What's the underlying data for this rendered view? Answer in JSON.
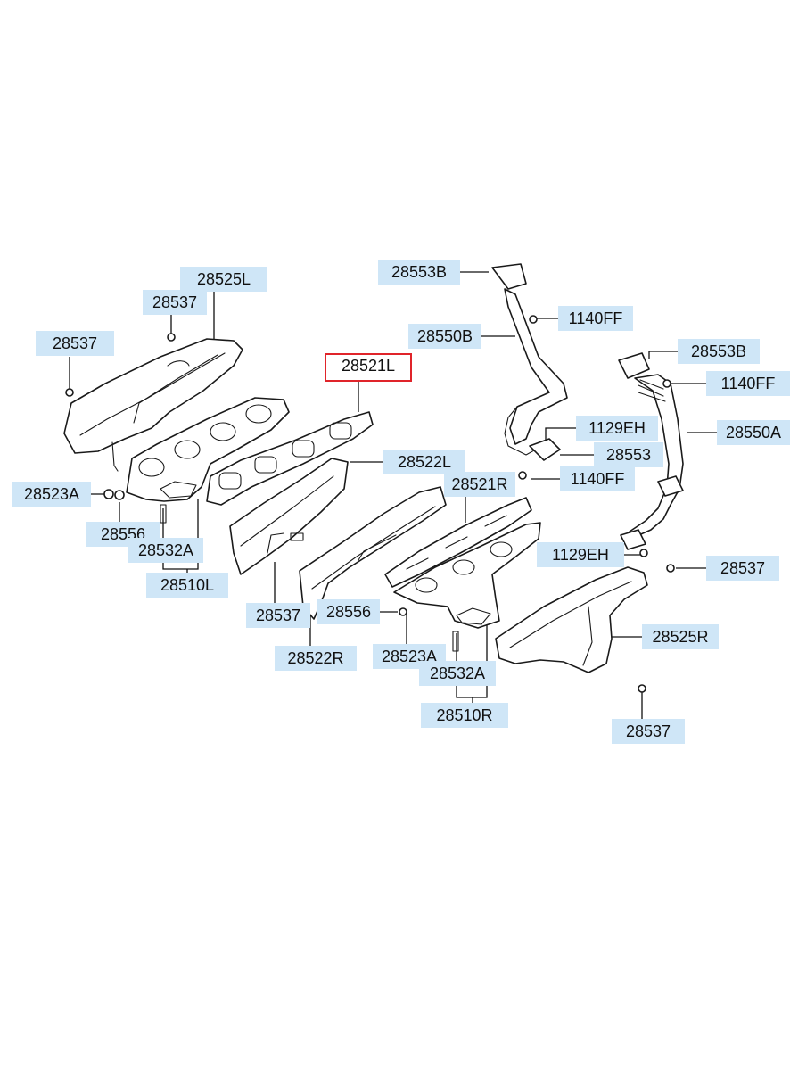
{
  "labels": {
    "p28553B_top": "28553B",
    "p1140FF_a": "1140FF",
    "p28550B": "28550B",
    "p28525L": "28525L",
    "p28537_a": "28537",
    "p28537_b": "28537",
    "p28521L": "28521L",
    "p28553B_right": "28553B",
    "p1140FF_b": "1140FF",
    "p1129EH_a": "1129EH",
    "p28553": "28553",
    "p28550A": "28550A",
    "p28522L": "28522L",
    "p1140FF_c": "1140FF",
    "p28523A_left": "28523A",
    "p28521R": "28521R",
    "p28556_left": "28556",
    "p28532A_left": "28532A",
    "p1129EH_b": "1129EH",
    "p28510L": "28510L",
    "p28537_c": "28537",
    "p28537_d": "28537",
    "p28556_mid": "28556",
    "p28525R": "28525R",
    "p28522R": "28522R",
    "p28523A_mid": "28523A",
    "p28532A_mid": "28532A",
    "p28510R": "28510R",
    "p28537_e": "28537"
  },
  "colors": {
    "label_bg": "#cfe6f7",
    "selected_border": "#e0242a",
    "line": "#111111"
  },
  "selected_part": "28521L"
}
